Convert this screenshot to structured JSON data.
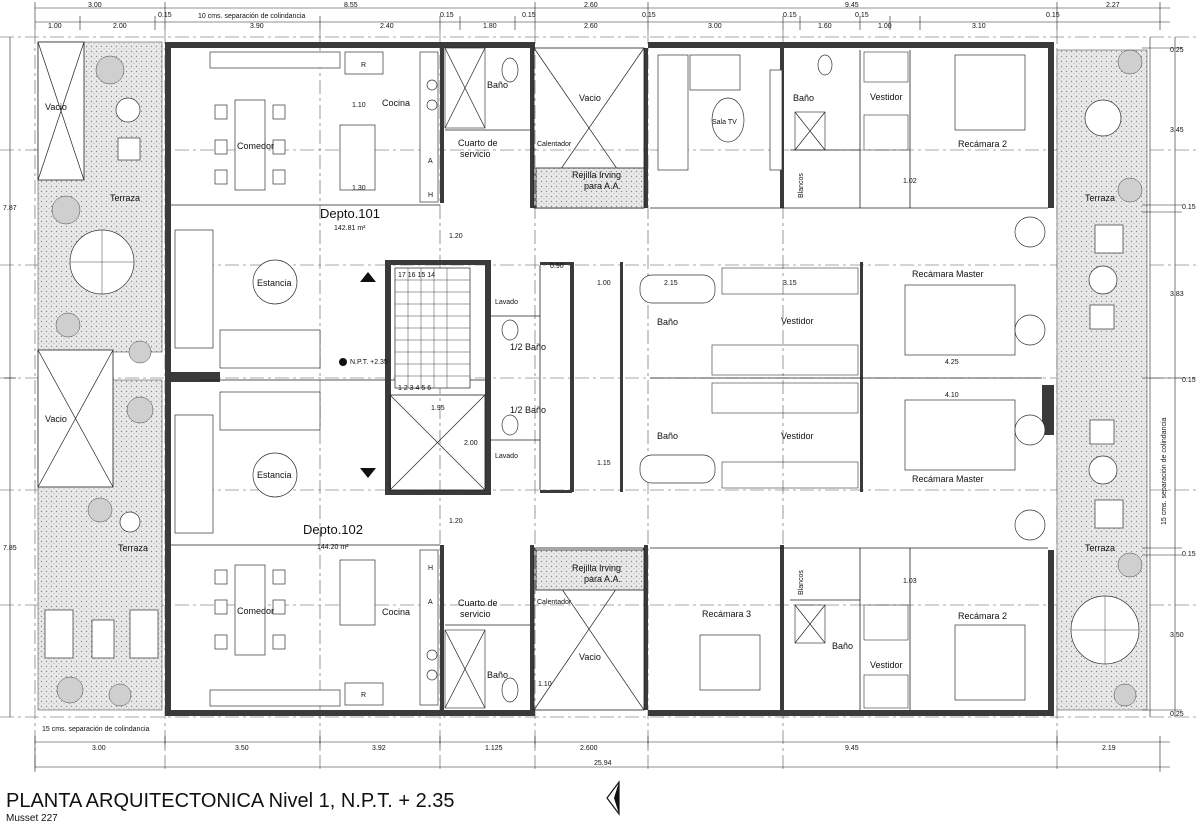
{
  "title": "PLANTA ARQUITECTONICA Nivel 1, N.P.T. + 2.35",
  "project": "Musset 227",
  "notes": {
    "top_separation": "10 cms. separación de colindancia",
    "bottom_separation": "15 cms. separación de colindancia",
    "right_separation": "15 cms. separación de colindancia"
  },
  "units": {
    "depto_101": {
      "name": "Depto.101",
      "area": "142.81 m²"
    },
    "depto_102": {
      "name": "Depto.102",
      "area": "144.20 m²"
    }
  },
  "level_marker": "N.P.T. +2.35",
  "rooms": {
    "vacio": "Vacio",
    "terraza": "Terraza",
    "comedor": "Comedor",
    "cocina": "Cocina",
    "estancia": "Estancia",
    "bano": "Baño",
    "cuarto_servicio_1": "Cuarto de",
    "cuarto_servicio_2": "servicio",
    "calentador": "Calentador",
    "rejilla_1": "Rejilla Irving",
    "rejilla_2": "para A.A.",
    "sala_tv": "Sala TV",
    "vestidor": "Vestidor",
    "recamara_2": "Recámara 2",
    "recamara_3": "Recámara 3",
    "recamara_master": "Recámara Master",
    "blancos": "Blancos",
    "lavado": "Lavado",
    "medio_bano": "1/2 Baño",
    "r": "R",
    "a": "A",
    "h": "H",
    "stair_top": "17 16 15 14",
    "stair_bottom": "1 2 3 4 5 6"
  },
  "dimensions_top": {
    "row1": [
      "3.00",
      "8.55",
      "2.60",
      "9.45",
      "2.27"
    ],
    "row2": [
      "1.00",
      "2.00",
      "0.15",
      "3.90",
      "2.40",
      "0.15",
      "1.80",
      "0.15",
      "2.60",
      "0.15",
      "3.00",
      "0.15",
      "1.60",
      "0.15",
      "1.00",
      "3.10",
      "0.15"
    ]
  },
  "dimensions_bottom": {
    "row1": [
      "3.00",
      "3.50",
      "3.92",
      "1.125",
      "2.600",
      "9.45",
      "2.19"
    ],
    "total": "25.94"
  },
  "dimensions_left": [
    "7.87",
    "7.85"
  ],
  "dimensions_right": [
    "0.25",
    "3.45",
    "0.15",
    "3.83",
    "0.15",
    "0.15",
    "3.50",
    "0.25"
  ],
  "dimensions_interior": [
    "1.10",
    "1.30",
    "1.20",
    "0.90",
    "1.95",
    "2.00",
    "1.20",
    "1.10",
    "1.02",
    "1.03",
    "2.15",
    "3.15",
    "4.10",
    "4.25",
    "1.00",
    "1.15"
  ]
}
